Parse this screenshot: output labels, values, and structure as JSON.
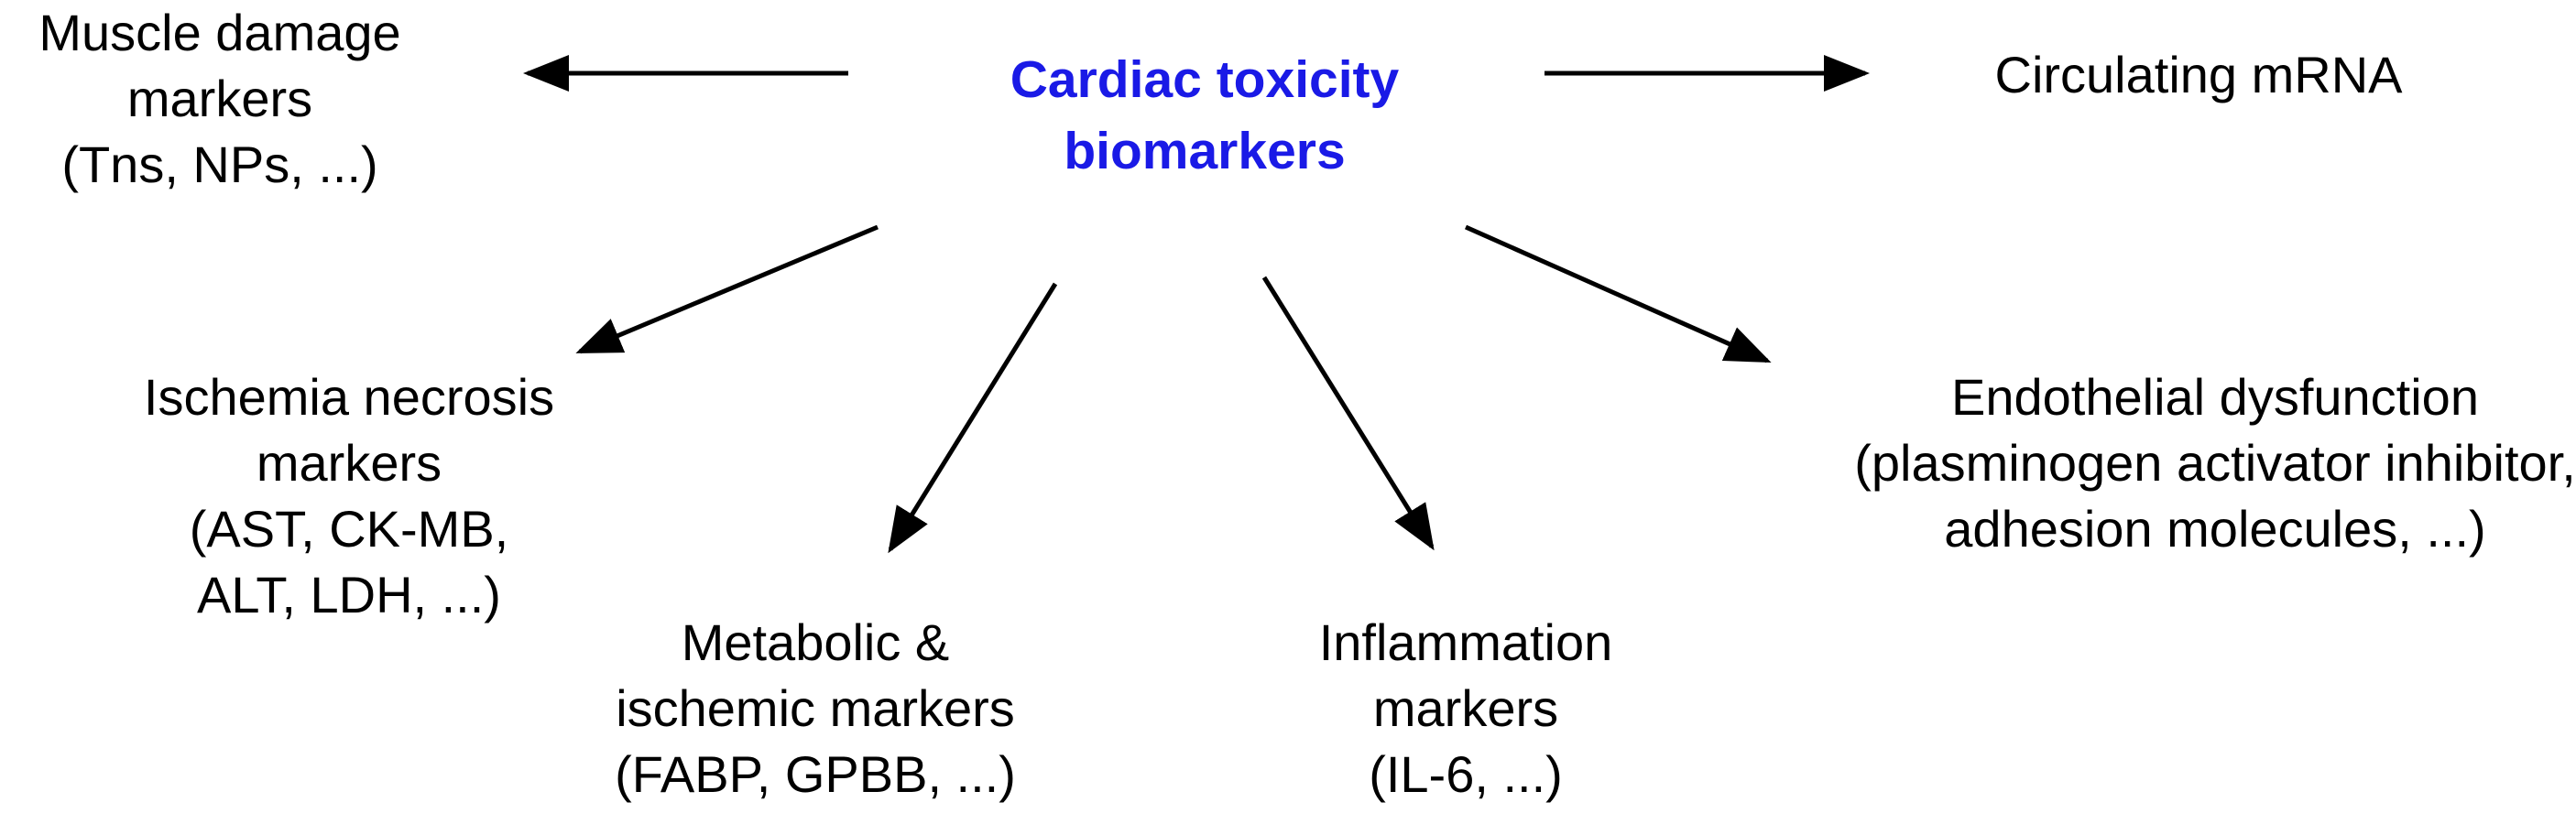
{
  "center": {
    "lines": [
      "Cardiac toxicity",
      "biomarkers"
    ],
    "color": "#1a1ae6"
  },
  "nodes": {
    "muscle_damage": {
      "lines": [
        "Muscle damage",
        "markers",
        "(Tns, NPs, ...)"
      ]
    },
    "circulating_mrna": {
      "lines": [
        "Circulating mRNA"
      ]
    },
    "ischemia_necrosis": {
      "lines": [
        "Ischemia necrosis",
        "markers",
        "(AST, CK-MB,",
        "ALT, LDH, ...)"
      ]
    },
    "metabolic_ischemic": {
      "lines": [
        "Metabolic &",
        "ischemic markers",
        "(FABP, GPBB, ...)"
      ]
    },
    "inflammation": {
      "lines": [
        "Inflammation",
        "markers",
        "(IL-6, ...)"
      ]
    },
    "endothelial": {
      "lines": [
        "Endothelial dysfunction",
        "(plasminogen activator inhibitor,",
        "adhesion molecules, ...)"
      ]
    }
  }
}
